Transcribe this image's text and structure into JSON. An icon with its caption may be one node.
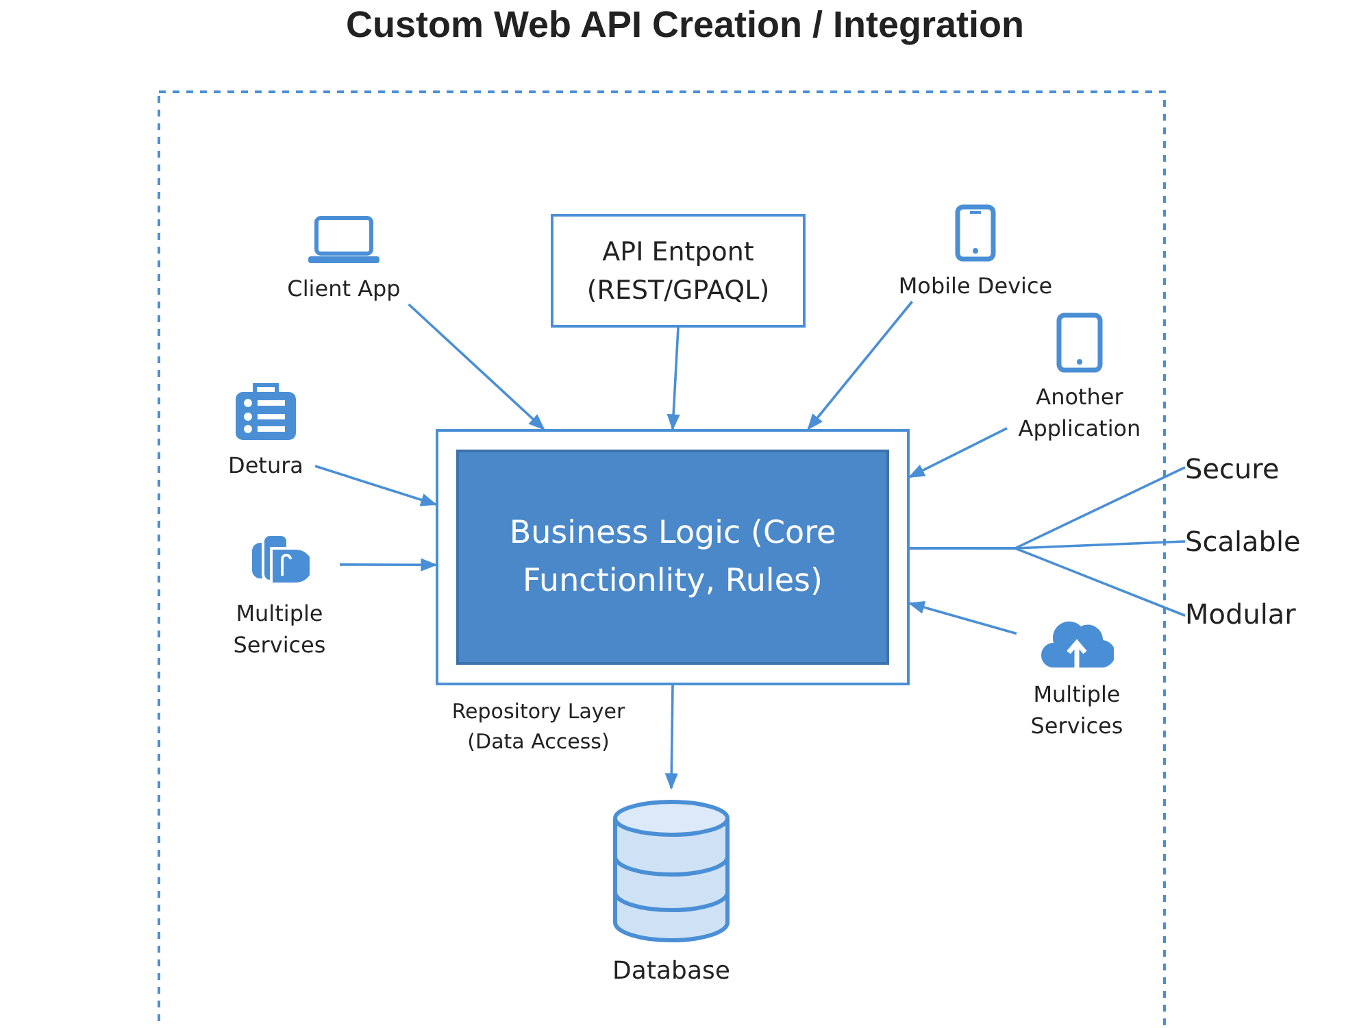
{
  "diagram": {
    "title": "Custom Web API Creation / Integration",
    "nodes": [
      {
        "text": [
          "Client App"
        ]
      },
      {
        "text": [
          "API Entpont (REST/GPAQL)"
        ]
      },
      {
        "text": [
          "Mobile Device"
        ]
      },
      {
        "text": [
          "Another Application"
        ]
      },
      {
        "text": [
          "Detura"
        ]
      },
      {
        "text": [
          "Multiple Services"
        ]
      },
      {
        "text": [
          "Business Logic (Core Functionlity, Rules)"
        ]
      },
      {
        "text": [
          "Multiple Services"
        ]
      },
      {
        "text": [
          "Secure"
        ]
      },
      {
        "text": [
          "Scalable"
        ]
      },
      {
        "text": [
          "Modular"
        ]
      },
      {
        "text": [
          "Database"
        ]
      }
    ],
    "edges": [
      {
        "from": 0,
        "to": 6,
        "arrow": "to"
      },
      {
        "from": 1,
        "to": 6,
        "arrow": "to"
      },
      {
        "from": 2,
        "to": 6,
        "arrow": "to"
      },
      {
        "from": 3,
        "to": 6,
        "arrow": "to"
      },
      {
        "from": 4,
        "to": 6,
        "arrow": "to"
      },
      {
        "from": 5,
        "to": 6,
        "arrow": "to"
      },
      {
        "from": 7,
        "to": 6,
        "arrow": "to"
      },
      {
        "from": 6,
        "to": 8,
        "arrow": "none"
      },
      {
        "from": 6,
        "to": 9,
        "arrow": "none"
      },
      {
        "from": 6,
        "to": 10,
        "arrow": "none"
      },
      {
        "from": 6,
        "to": 11,
        "arrow": "to",
        "label": "Repository Layer (Data Access)"
      }
    ]
  }
}
